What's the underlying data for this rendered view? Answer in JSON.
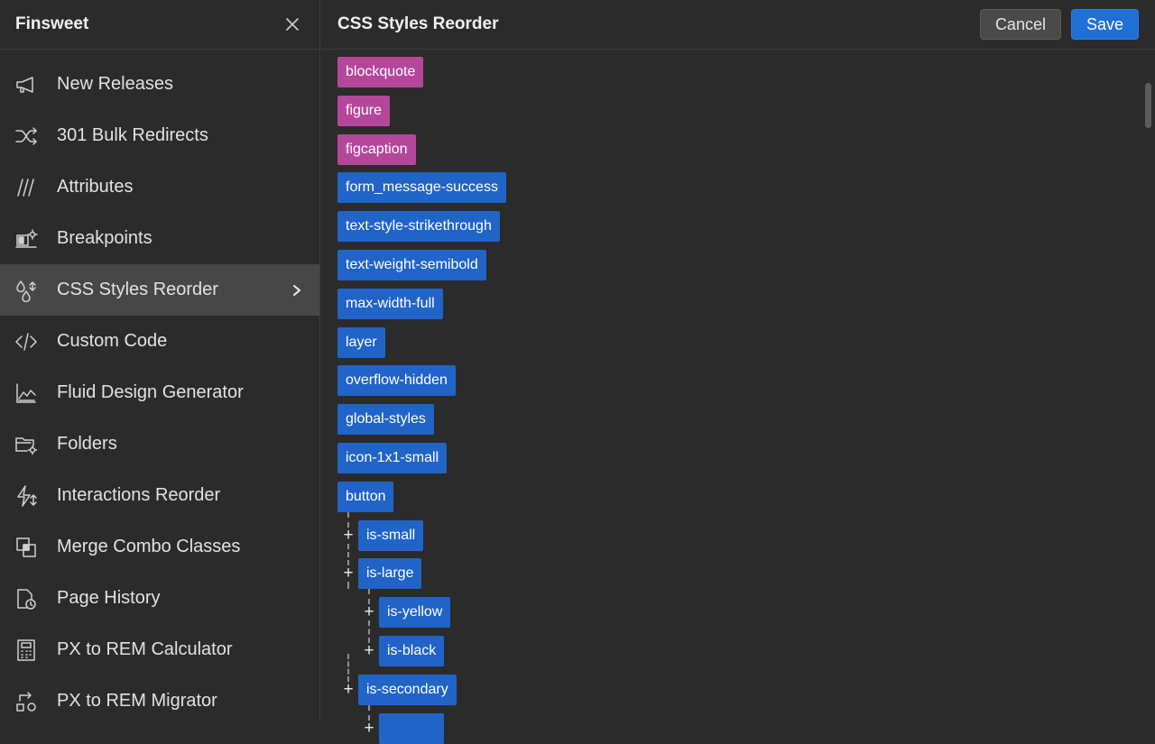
{
  "sidebar": {
    "title": "Finsweet",
    "items": [
      {
        "label": "New Releases",
        "icon": "megaphone-icon"
      },
      {
        "label": "301 Bulk Redirects",
        "icon": "shuffle-icon"
      },
      {
        "label": "Attributes",
        "icon": "attributes-icon"
      },
      {
        "label": "Breakpoints",
        "icon": "breakpoints-icon"
      },
      {
        "label": "CSS Styles Reorder",
        "icon": "drops-reorder-icon"
      },
      {
        "label": "Custom Code",
        "icon": "code-icon"
      },
      {
        "label": "Fluid Design Generator",
        "icon": "area-chart-icon"
      },
      {
        "label": "Folders",
        "icon": "folder-gear-icon"
      },
      {
        "label": "Interactions Reorder",
        "icon": "bolt-reorder-icon"
      },
      {
        "label": "Merge Combo Classes",
        "icon": "merge-icon"
      },
      {
        "label": "Page History",
        "icon": "page-history-icon"
      },
      {
        "label": "PX to REM Calculator",
        "icon": "calculator-icon"
      },
      {
        "label": "PX to REM Migrator",
        "icon": "migrator-icon"
      }
    ],
    "active_index": 4
  },
  "header": {
    "title": "CSS Styles Reorder",
    "cancel_label": "Cancel",
    "save_label": "Save"
  },
  "colors": {
    "tag_pink": "#b5479b",
    "tag_blue": "#2164c8",
    "accent": "#1f6fd6"
  },
  "styles": [
    {
      "label": "blockquote",
      "color": "pink",
      "depth": 0
    },
    {
      "label": "figure",
      "color": "pink",
      "depth": 0
    },
    {
      "label": "figcaption",
      "color": "pink",
      "depth": 0
    },
    {
      "label": "form_message-success",
      "color": "blue",
      "depth": 0
    },
    {
      "label": "text-style-strikethrough",
      "color": "blue",
      "depth": 0
    },
    {
      "label": "text-weight-semibold",
      "color": "blue",
      "depth": 0
    },
    {
      "label": "max-width-full",
      "color": "blue",
      "depth": 0
    },
    {
      "label": "layer",
      "color": "blue",
      "depth": 0
    },
    {
      "label": "overflow-hidden",
      "color": "blue",
      "depth": 0
    },
    {
      "label": "global-styles",
      "color": "blue",
      "depth": 0
    },
    {
      "label": "icon-1x1-small",
      "color": "blue",
      "depth": 0
    },
    {
      "label": "button",
      "color": "blue",
      "depth": 0
    },
    {
      "label": "is-small",
      "color": "blue",
      "depth": 1
    },
    {
      "label": "is-large",
      "color": "blue",
      "depth": 1
    },
    {
      "label": "is-yellow",
      "color": "blue",
      "depth": 2
    },
    {
      "label": "is-black",
      "color": "blue",
      "depth": 2
    },
    {
      "label": "is-secondary",
      "color": "blue",
      "depth": 1
    },
    {
      "label": "",
      "color": "blue",
      "depth": 2
    }
  ]
}
